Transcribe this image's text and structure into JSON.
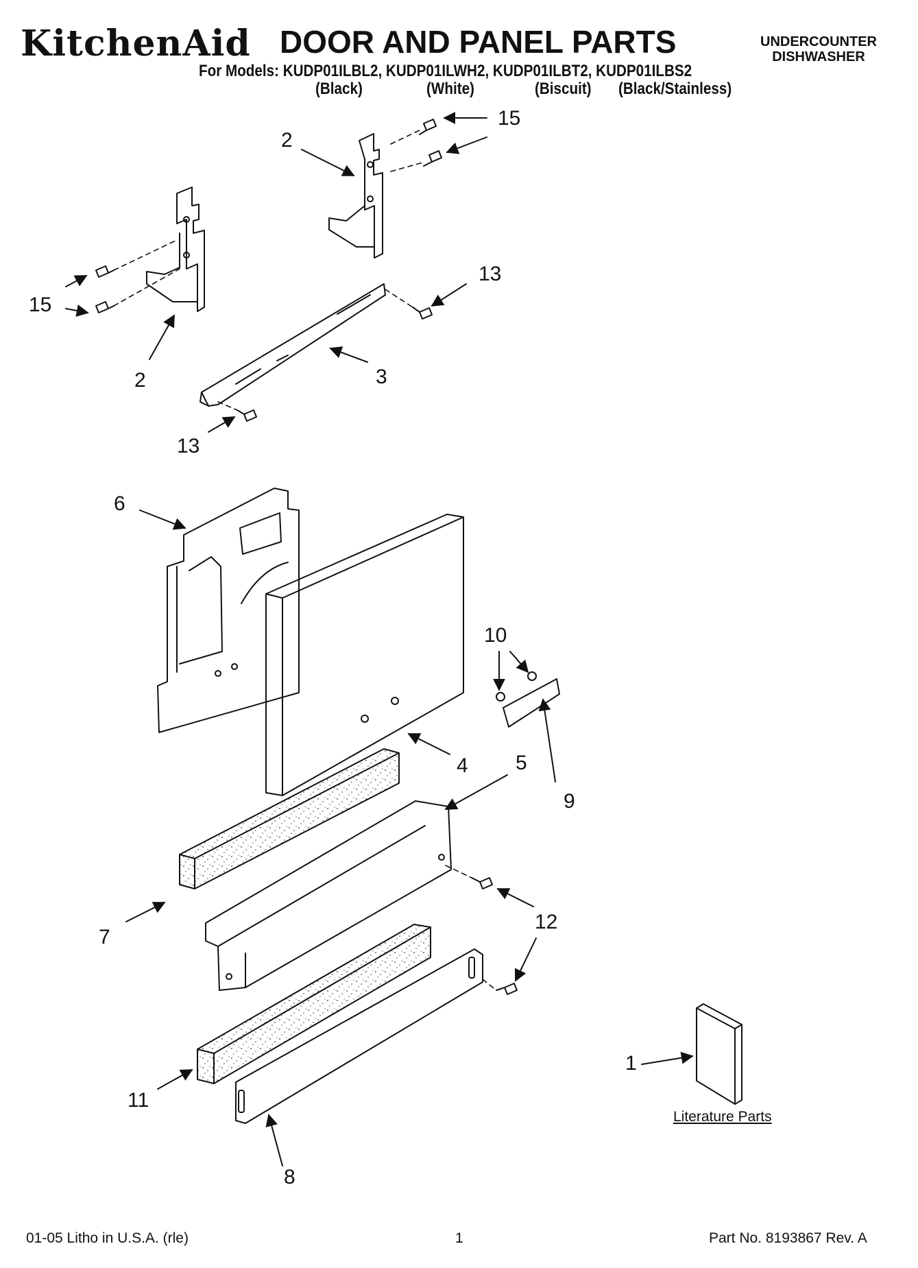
{
  "header": {
    "brand_logo": "KitchenAid",
    "title": "DOOR AND PANEL PARTS",
    "models_line": "For Models: KUDP01ILBL2, KUDP01ILWH2, KUDP01ILBT2, KUDP01ILBS2",
    "variants": [
      "(Black)",
      "(White)",
      "(Biscuit)",
      "(Black/Stainless)"
    ],
    "appliance": "UNDERCOUNTER DISHWASHER"
  },
  "callouts": {
    "c15a": "15",
    "c2a": "2",
    "c15b": "15",
    "c2b": "2",
    "c13a": "13",
    "c3": "3",
    "c13b": "13",
    "c6": "6",
    "c10": "10",
    "c4": "4",
    "c5": "5",
    "c9": "9",
    "c7": "7",
    "c12": "12",
    "c1": "1",
    "c11": "11",
    "c8": "8"
  },
  "literature_label": "Literature Parts",
  "footer": {
    "left": "01-05 Litho in U.S.A. (rle)",
    "page": "1",
    "part_no": "Part No. 8193867 Rev. A"
  }
}
